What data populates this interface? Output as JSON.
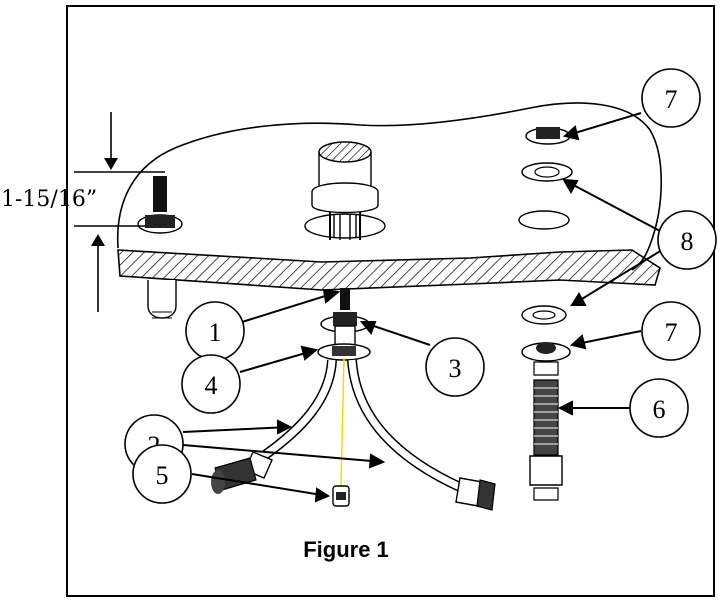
{
  "figure": {
    "caption": "Figure 1",
    "dimension_label": "1-15/16”"
  },
  "callouts": [
    {
      "number": "1",
      "part": "stud"
    },
    {
      "number": "2",
      "part": "supply-hoses"
    },
    {
      "number": "3",
      "part": "washer"
    },
    {
      "number": "4",
      "part": "nut"
    },
    {
      "number": "5",
      "part": "weight"
    },
    {
      "number": "6",
      "part": "spray-hose-guide"
    },
    {
      "number": "7",
      "part": "mounting-nut-top"
    },
    {
      "number": "7",
      "part": "mounting-nut-bottom"
    },
    {
      "number": "8",
      "part": "gasket-top"
    },
    {
      "number": "8",
      "part": "gasket-bottom"
    }
  ],
  "colors": {
    "line": "#000000",
    "hatch": "#000000",
    "weight_line": "#e8e200",
    "background": "#ffffff"
  }
}
